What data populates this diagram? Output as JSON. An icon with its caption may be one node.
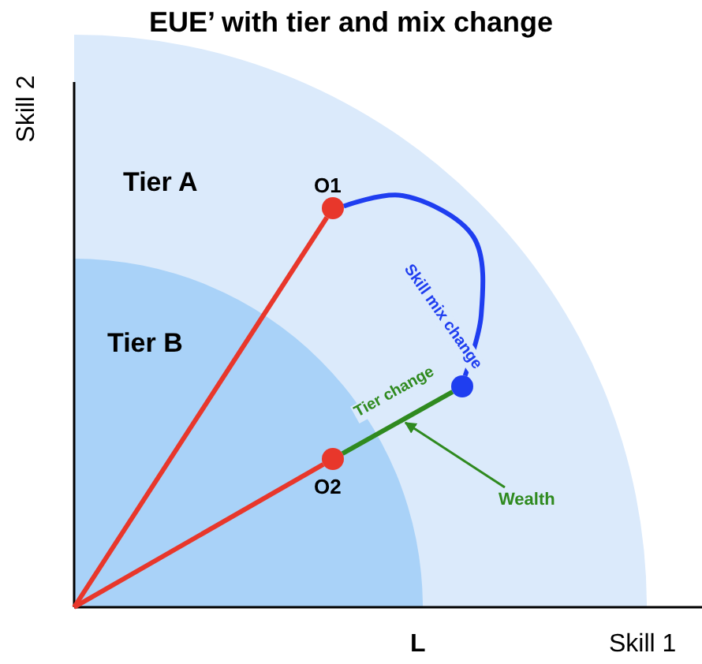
{
  "diagram": {
    "title": "EUE’ with tier and mix change",
    "nodes": [
      {
        "text": [
          "O1"
        ]
      },
      {
        "text": [
          "O2"
        ]
      },
      {
        "text": [],
        "shape": "circle"
      },
      {
        "text": [
          "Wealth"
        ]
      }
    ],
    "edges": [
      {
        "from": null,
        "to": 0,
        "arrow": "none",
        "color": "#e8372b"
      },
      {
        "from": null,
        "to": 1,
        "arrow": "none",
        "color": "#e8372b"
      },
      {
        "from": 0,
        "to": 2,
        "arrow": "none",
        "label": "Skill mix change",
        "color": "#1f3ef0"
      },
      {
        "from": 1,
        "to": 2,
        "arrow": "none",
        "label": "Tier change",
        "color": "#2f8a1f"
      },
      {
        "from": 3,
        "to": null,
        "arrow": "to",
        "color": "#2f8a1f"
      }
    ],
    "labels": [
      "Tier A",
      "Tier B",
      "Skill 2",
      "L",
      "Skill 1"
    ]
  }
}
